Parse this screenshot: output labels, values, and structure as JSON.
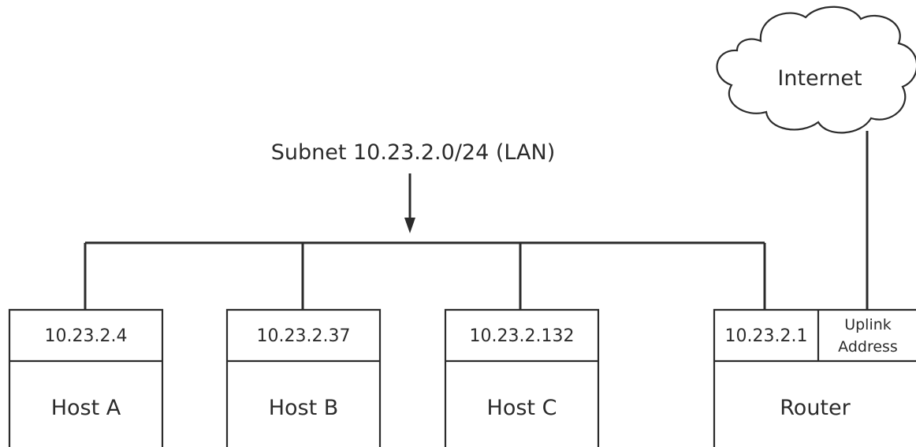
{
  "diagram": {
    "internet": "Internet",
    "subnet": "Subnet 10.23.2.0/24 (LAN)",
    "hosts": [
      {
        "name": "Host A",
        "address": "10.23.2.4"
      },
      {
        "name": "Host B",
        "address": "10.23.2.37"
      },
      {
        "name": "Host C",
        "address": "10.23.2.132"
      }
    ],
    "router": {
      "name": "Router",
      "lan_address": "10.23.2.1",
      "uplink_line1": "Uplink",
      "uplink_line2": "Address"
    }
  }
}
